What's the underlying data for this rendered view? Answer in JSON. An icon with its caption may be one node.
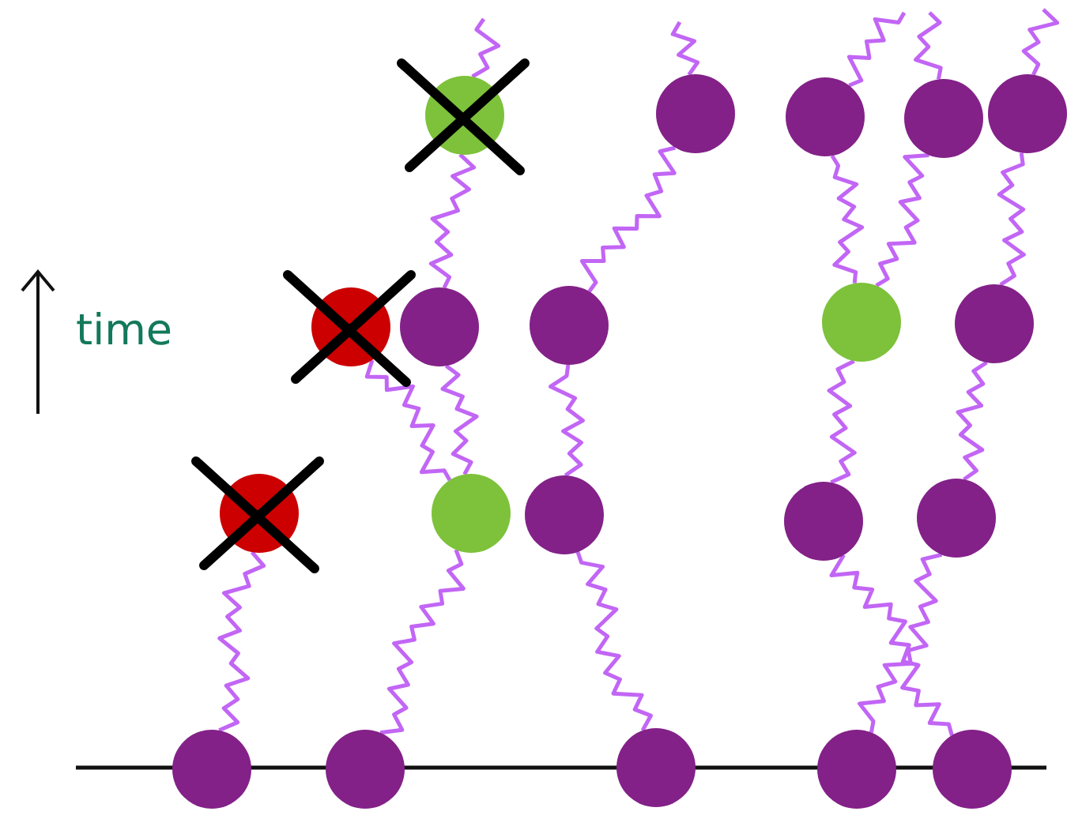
{
  "diagram": {
    "nodes": [
      {
        "text": [],
        "shape": "circle"
      },
      {
        "text": [],
        "shape": "circle"
      },
      {
        "text": [],
        "shape": "circle"
      },
      {
        "text": [],
        "shape": "circle"
      },
      {
        "text": [],
        "shape": "circle"
      },
      {
        "text": [],
        "shape": "circle"
      },
      {
        "text": [],
        "shape": "circle"
      },
      {
        "text": [],
        "shape": "circle"
      },
      {
        "text": [],
        "shape": "circle"
      },
      {
        "text": [],
        "shape": "circle"
      },
      {
        "text": [],
        "shape": "circle"
      },
      {
        "text": [],
        "shape": "circle"
      },
      {
        "text": [],
        "shape": "circle"
      },
      {
        "text": [],
        "shape": "circle"
      },
      {
        "text": [],
        "shape": "circle"
      },
      {
        "text": [],
        "shape": "circle"
      },
      {
        "text": [],
        "shape": "circle"
      },
      {
        "text": [],
        "shape": "circle"
      },
      {
        "text": [],
        "shape": "circle"
      },
      {
        "text": [],
        "shape": "circle"
      }
    ],
    "edges": [
      {
        "from": 15,
        "to": 10,
        "arrow": "none"
      },
      {
        "from": 16,
        "to": 11,
        "arrow": "none"
      },
      {
        "from": 17,
        "to": 12,
        "arrow": "none"
      },
      {
        "from": 19,
        "to": 13,
        "arrow": "none"
      },
      {
        "from": 18,
        "to": 14,
        "arrow": "none"
      },
      {
        "from": 11,
        "to": 5,
        "arrow": "none"
      },
      {
        "from": 11,
        "to": 6,
        "arrow": "none"
      },
      {
        "from": 12,
        "to": 7,
        "arrow": "none"
      },
      {
        "from": 13,
        "to": 8,
        "arrow": "none"
      },
      {
        "from": 14,
        "to": 9,
        "arrow": "none"
      },
      {
        "from": 6,
        "to": 0,
        "arrow": "none"
      },
      {
        "from": 7,
        "to": 1,
        "arrow": "none"
      },
      {
        "from": 8,
        "to": 2,
        "arrow": "none"
      },
      {
        "from": 8,
        "to": 3,
        "arrow": "none"
      },
      {
        "from": 9,
        "to": 4,
        "arrow": "none"
      },
      {
        "from": 0,
        "to": null,
        "arrow": "none"
      },
      {
        "from": 1,
        "to": null,
        "arrow": "none"
      },
      {
        "from": 2,
        "to": null,
        "arrow": "none"
      },
      {
        "from": 3,
        "to": null,
        "arrow": "none"
      },
      {
        "from": 4,
        "to": null,
        "arrow": "none"
      }
    ],
    "labels": [
      "time"
    ]
  }
}
